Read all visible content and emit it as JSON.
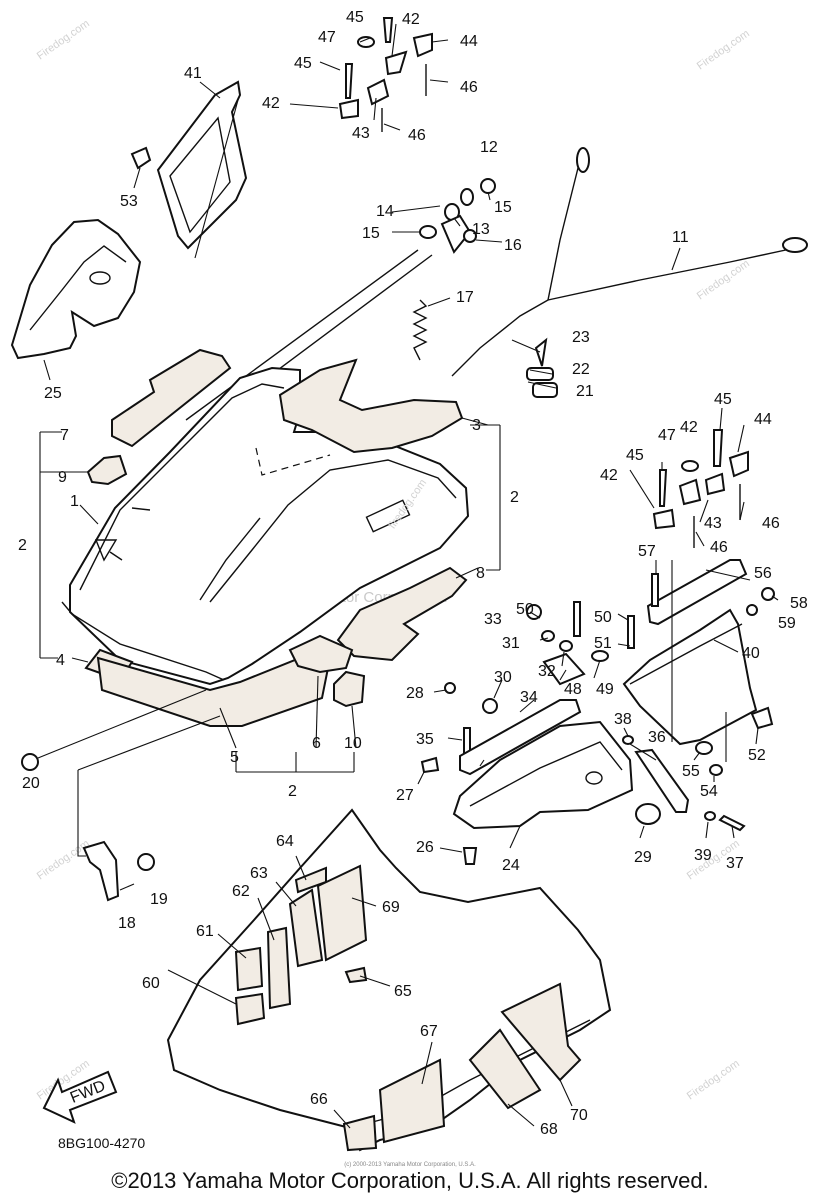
{
  "watermark": {
    "center": "Yamaha Motor Corp. U.S.A.",
    "site": "Firedog.com",
    "hood_text": "firedog.com"
  },
  "diagram_code": "8BG100-4270",
  "fwd_label": "FWD",
  "copyright": "©2013 Yamaha Motor Corporation, U.S.A. All rights reserved.",
  "fineprint": "(c) 2000-2013 Yamaha Motor Corporation, U.S.A.",
  "callouts": {
    "c1": "1",
    "c2a": "2",
    "c2b": "2",
    "c2c": "2",
    "c3": "3",
    "c4": "4",
    "c5": "5",
    "c6": "6",
    "c7": "7",
    "c8": "8",
    "c9": "9",
    "c10": "10",
    "c11": "11",
    "c12": "12",
    "c13": "13",
    "c14": "14",
    "c15a": "15",
    "c15b": "15",
    "c16": "16",
    "c17": "17",
    "c18": "18",
    "c19": "19",
    "c20": "20",
    "c21": "21",
    "c22": "22",
    "c23": "23",
    "c24": "24",
    "c25": "25",
    "c26": "26",
    "c27": "27",
    "c28": "28",
    "c29": "29",
    "c30": "30",
    "c31": "31",
    "c32": "32",
    "c33": "33",
    "c34": "34",
    "c35": "35",
    "c36": "36",
    "c37": "37",
    "c38": "38",
    "c39": "39",
    "c40": "40",
    "c41": "41",
    "c42a": "42",
    "c42b": "42",
    "c42c": "42",
    "c42d": "42",
    "c43a": "43",
    "c43b": "43",
    "c44a": "44",
    "c44b": "44",
    "c45a": "45",
    "c45b": "45",
    "c45c": "45",
    "c45d": "45",
    "c46a": "46",
    "c46b": "46",
    "c46c": "46",
    "c46d": "46",
    "c47a": "47",
    "c47b": "47",
    "c48": "48",
    "c49": "49",
    "c50a": "50",
    "c50b": "50",
    "c51": "51",
    "c52": "52",
    "c53": "53",
    "c54": "54",
    "c55": "55",
    "c56": "56",
    "c57": "57",
    "c58": "58",
    "c59": "59",
    "c60": "60",
    "c61": "61",
    "c62": "62",
    "c63": "63",
    "c64": "64",
    "c65": "65",
    "c66": "66",
    "c67": "67",
    "c68": "68",
    "c69": "69",
    "c70": "70"
  }
}
